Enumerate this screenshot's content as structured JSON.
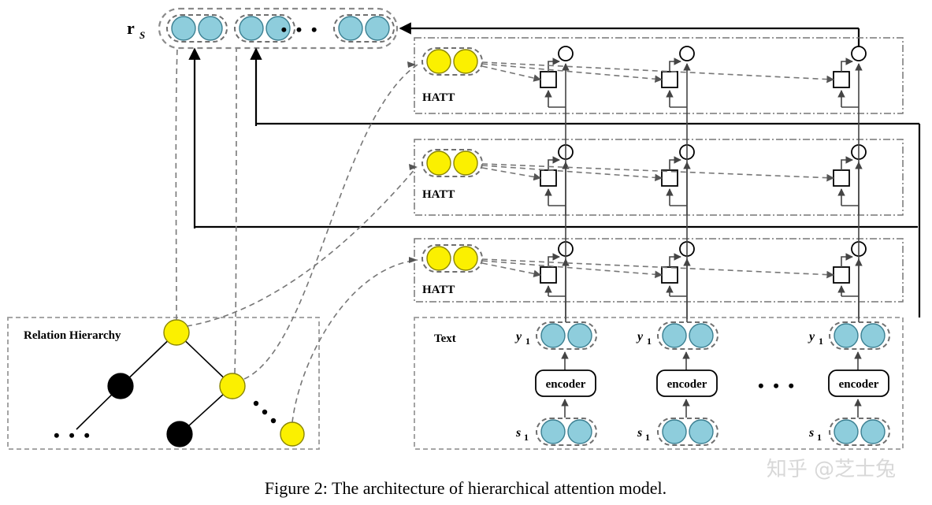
{
  "figure": {
    "caption": "Figure 2: The architecture of hierarchical attention model.",
    "watermark": "知乎 @芝士兔"
  },
  "output_row": {
    "label": "r",
    "label_sub": "S",
    "name": "sentence-representation",
    "ellipsis": "• • •",
    "groups": [
      {
        "id": "rs-group-1",
        "units": 2,
        "color": "#8ecddc"
      },
      {
        "id": "rs-group-2",
        "units": 2,
        "color": "#8ecddc"
      },
      {
        "id": "rs-group-n",
        "units": 2,
        "color": "#8ecddc"
      }
    ]
  },
  "hatt_rows": [
    {
      "id": "hatt-row-1",
      "label": "HATT",
      "units": 2,
      "color": "#fbf000",
      "columns": 3
    },
    {
      "id": "hatt-row-2",
      "label": "HATT",
      "units": 2,
      "color": "#fbf000",
      "columns": 3
    },
    {
      "id": "hatt-row-3",
      "label": "HATT",
      "units": 2,
      "color": "#fbf000",
      "columns": 3
    }
  ],
  "text_panel": {
    "label": "Text",
    "ellipsis": "• • •",
    "columns": [
      {
        "id": "text-col-1",
        "output_label": "y",
        "output_sub": "1",
        "encoder_label": "encoder",
        "input_label": "s",
        "input_sub": "1"
      },
      {
        "id": "text-col-2",
        "output_label": "y",
        "output_sub": "1",
        "encoder_label": "encoder",
        "input_label": "s",
        "input_sub": "1"
      },
      {
        "id": "text-col-3",
        "output_label": "y",
        "output_sub": "1",
        "encoder_label": "encoder",
        "input_label": "s",
        "input_sub": "1"
      }
    ]
  },
  "relation_hierarchy": {
    "label": "Relation Hierarchy",
    "ellipsis_left": "• • •",
    "ellipsis_right": "• • •",
    "nodes": [
      {
        "id": "rh-root",
        "color": "#fbf000",
        "kind": "yellow"
      },
      {
        "id": "rh-mid-left",
        "color": "#000000",
        "kind": "black"
      },
      {
        "id": "rh-mid-right",
        "color": "#fbf000",
        "kind": "yellow"
      },
      {
        "id": "rh-leaf-black",
        "color": "#000000",
        "kind": "black"
      },
      {
        "id": "rh-leaf-yellow",
        "color": "#fbf000",
        "kind": "yellow"
      }
    ]
  },
  "colors": {
    "blue_node": "#8ecddc",
    "yellow_node": "#fbf000",
    "black_node": "#000000",
    "line": "#000000",
    "dashed": "#777777",
    "watermark": "#d8d8d8"
  }
}
